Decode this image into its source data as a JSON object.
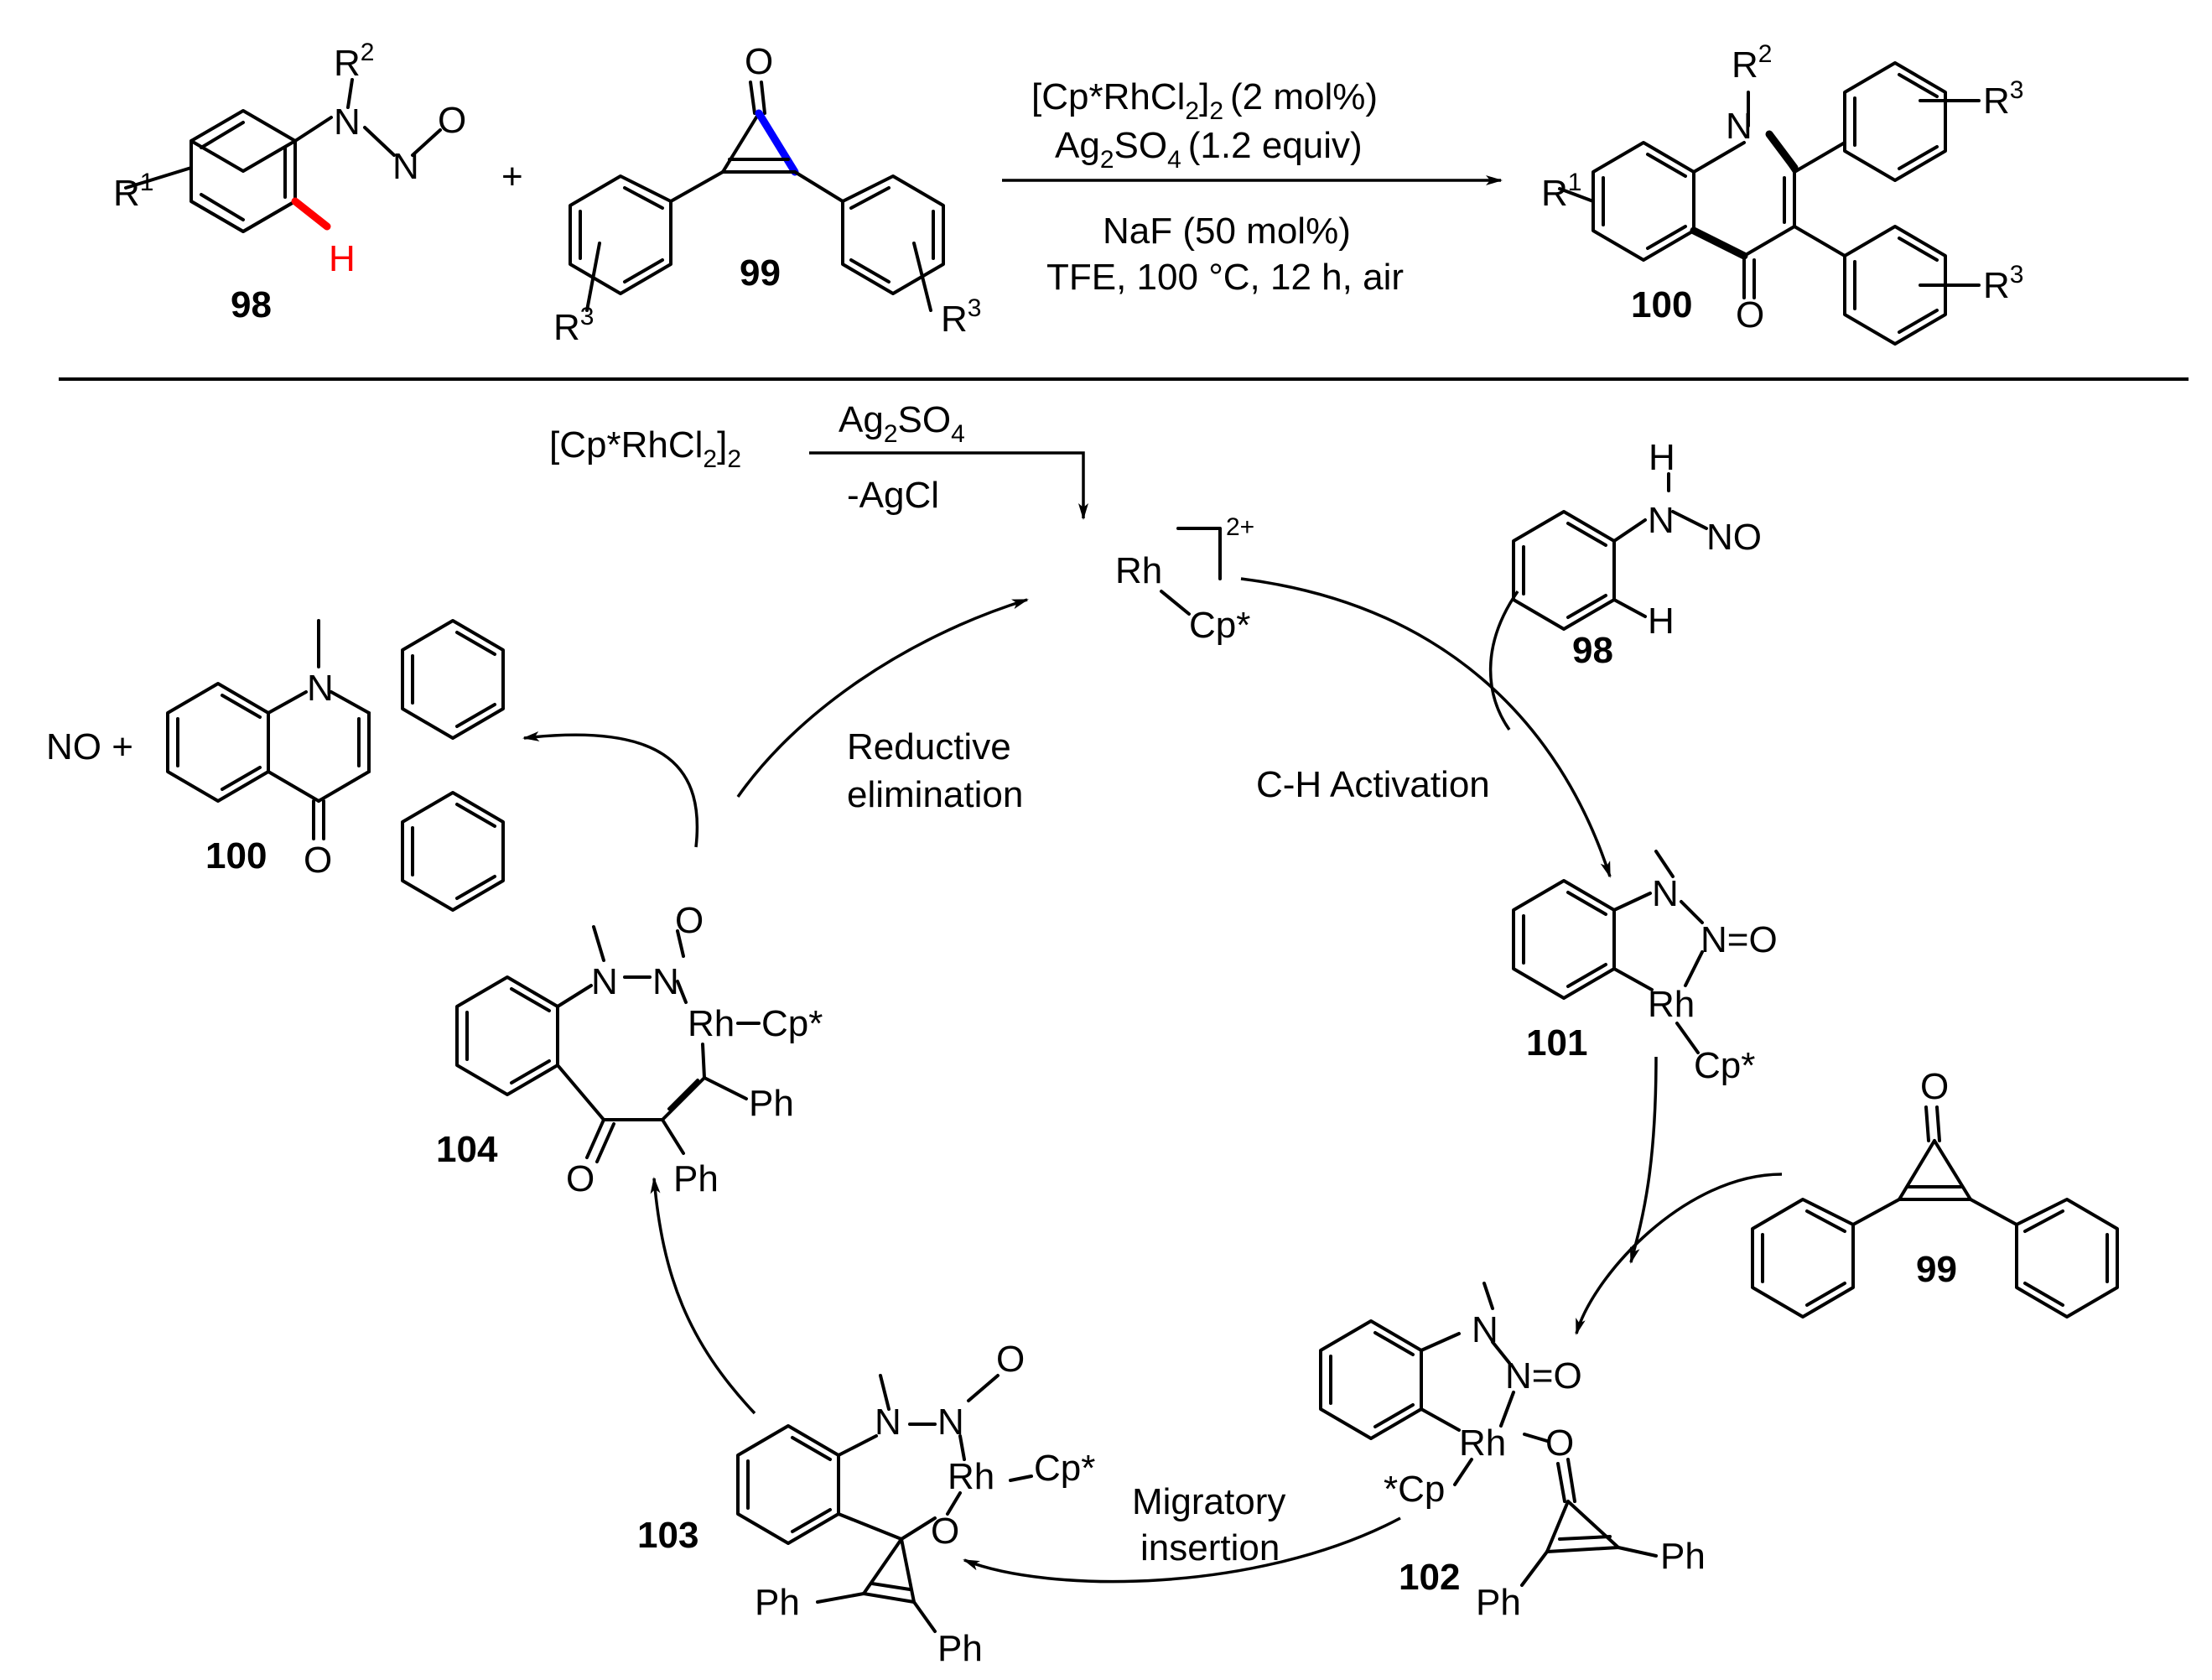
{
  "reaction": {
    "reagents": {
      "catalyst": "[Cp*RhCl",
      "catalyst_sub": "2",
      "catalyst_end": "]",
      "catalyst_sub2": "2",
      "catalyst_load": "(2 mol%)",
      "oxidant": "Ag",
      "oxidant_sub": "2",
      "oxidant_mid": "SO",
      "oxidant_sub2": "4",
      "oxidant_load": "(1.2 equiv)",
      "additive": "NaF (50 mol%)",
      "conditions": "TFE, 100 °C, 12 h, air"
    },
    "plus": "+",
    "labels": {
      "c98": "98",
      "c99": "99",
      "c100": "100"
    },
    "atoms": {
      "R": "R",
      "sup1": "1",
      "sup2": "2",
      "sup3": "3",
      "N": "N",
      "O": "O",
      "H": "H"
    },
    "highlight_colors": {
      "ch_bond": "#ff0000",
      "cc_bond": "#0000ff"
    }
  },
  "cycle": {
    "precatalyst": "[Cp*RhCl",
    "precatalyst_sub": "2",
    "precatalyst_end": "]",
    "precatalyst_sub2": "2",
    "additive_top": "Ag",
    "additive_sub": "2",
    "additive_mid": "SO",
    "additive_sub2": "4",
    "additive_bottom": "-AgCl",
    "active_rh": "Rh",
    "active_cp": "Cp*",
    "charge": "2+",
    "steps": {
      "reductive_1": "Reductive",
      "reductive_2": "elimination",
      "ch_activation": "C-H Activation",
      "migratory_1": "Migratory",
      "migratory_2": "insertion"
    },
    "byproduct": "NO +",
    "compound_labels": {
      "c98": "98",
      "c99": "99",
      "c100": "100",
      "c101": "101",
      "c102": "102",
      "c103": "103",
      "c104": "104"
    },
    "fragments": {
      "H": "H",
      "N": "N",
      "NO": "NO",
      "O": "O",
      "Rh": "Rh",
      "Cp": "Cp*",
      "starCp": "*Cp",
      "Ph": "Ph",
      "NeqO": "N=O",
      "NN": "N–N",
      "RhCp": "Rh–Cp*"
    }
  }
}
